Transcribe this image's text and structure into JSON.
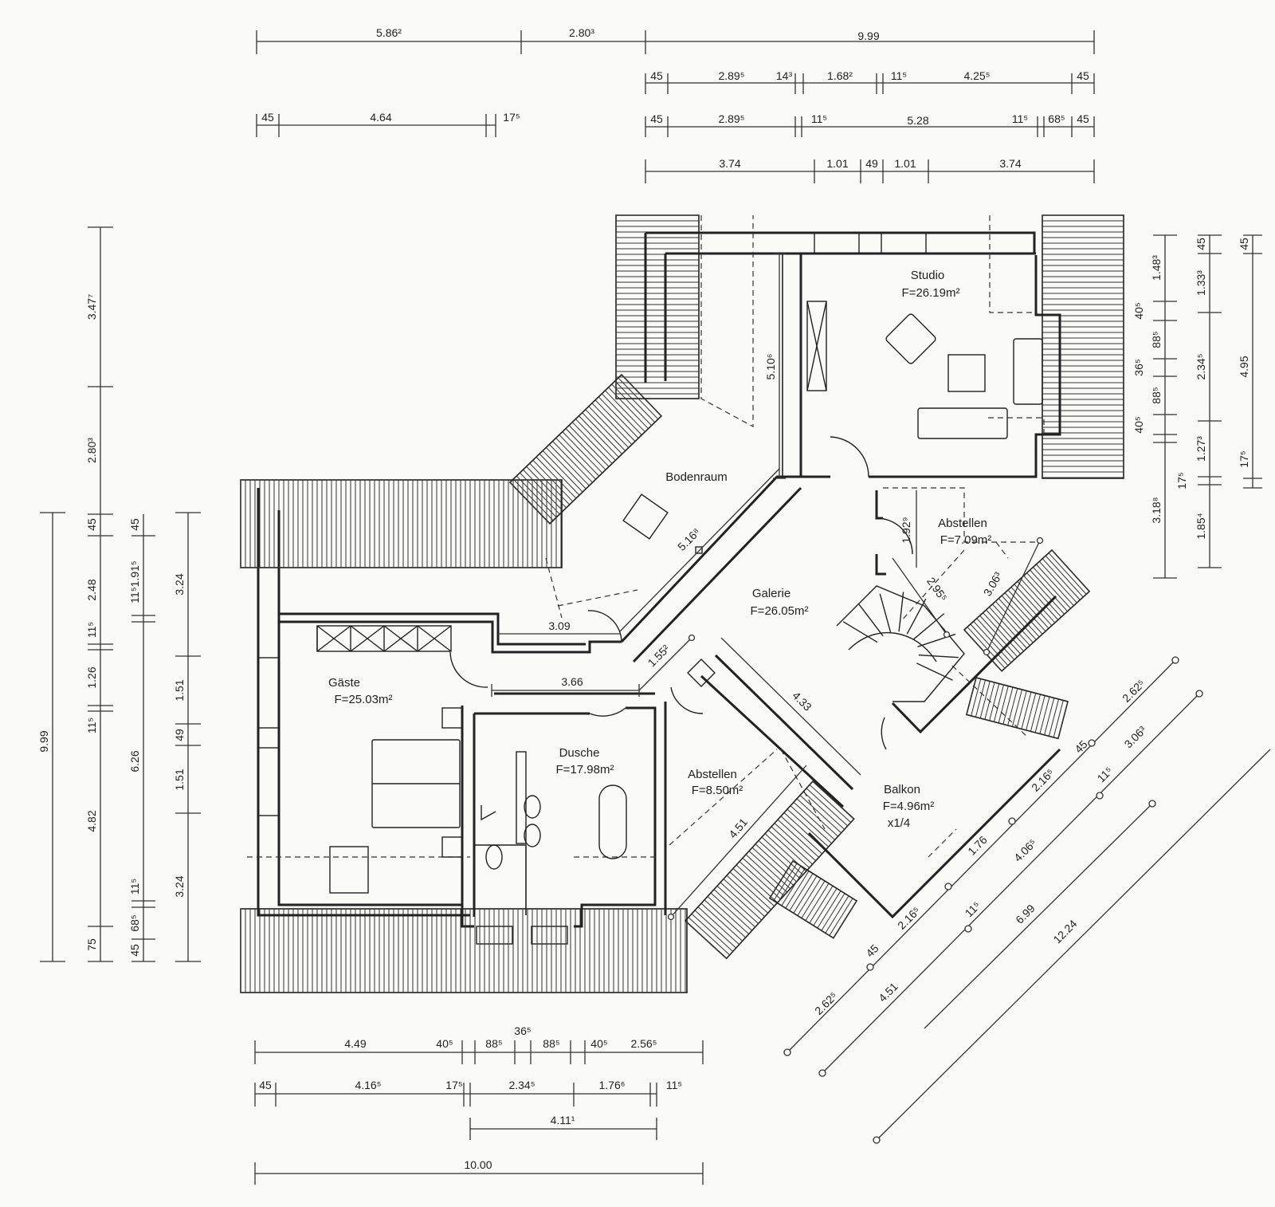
{
  "rooms": [
    {
      "name": "Studio",
      "area": "F=26.19m²"
    },
    {
      "name": "Bodenraum",
      "area": ""
    },
    {
      "name": "Abstellen",
      "area": "F=7.09m²"
    },
    {
      "name": "Galerie",
      "area": "F=26.05m²"
    },
    {
      "name": "Gäste",
      "area": "F=25.03m²"
    },
    {
      "name": "Dusche",
      "area": "F=17.98m²"
    },
    {
      "name": "Abstellen",
      "area": "F=8.50m²"
    },
    {
      "name": "Balkon",
      "area": "F=4.96m²",
      "extra": "x1/4"
    }
  ],
  "top_dims": {
    "row1": [
      "5.86²",
      "2.80³",
      "9.99"
    ],
    "row2": [
      "45",
      "2.89⁵",
      "14³",
      "1.68²",
      "11⁵",
      "4.25⁵",
      "45"
    ],
    "row3_left": [
      "45",
      "4.64",
      "17⁵"
    ],
    "row3_right": [
      "45",
      "2.89⁵",
      "11⁵",
      "5.28",
      "11⁵",
      "68⁵",
      "45"
    ],
    "row4": [
      "3.74",
      "1.01",
      "49",
      "1.01",
      "3.74"
    ]
  },
  "left_dims": {
    "outer": [
      "3.47⁷",
      "2.80³"
    ],
    "col_999": "9.99",
    "col_a": [
      "45",
      "2.48",
      "11⁵",
      "1.26",
      "11⁵",
      "4.82",
      "75"
    ],
    "col_b": [
      "45",
      "11⁵1.91⁵",
      "6.26",
      "11⁵",
      "68⁵",
      "45"
    ],
    "col_c": [
      "3.24",
      "1.51",
      "49",
      "1.51",
      "3.24"
    ]
  },
  "right_dims": {
    "col_a": [
      "1.48³",
      "40⁵",
      "88⁵",
      "36⁵",
      "88⁵",
      "40⁵",
      "17⁵",
      "3.18⁸"
    ],
    "col_b": [
      "45",
      "1.33³",
      "2.34⁵",
      "1.27³",
      "1.85⁴"
    ],
    "col_c": [
      "45",
      "4.95",
      "17⁵"
    ]
  },
  "bottom_dims": {
    "row1": [
      "4.49",
      "40⁵",
      "88⁵",
      "36⁵",
      "88⁵",
      "40⁵",
      "2.56⁵"
    ],
    "row2": [
      "45",
      "4.16⁵",
      "17⁵",
      "2.34⁵",
      "1.76⁶",
      "11⁵"
    ],
    "row3": "4.11¹",
    "row4": "10.00"
  },
  "diag_dims": [
    "2.62⁵",
    "45",
    "2.16⁵",
    "1.76",
    "2.16⁵",
    "45",
    "2.62⁵",
    "4.51",
    "11⁵",
    "4.06⁵",
    "11⁵",
    "3.06³",
    "6.99",
    "12.24"
  ],
  "interior_dims": [
    "5.10⁶",
    "5.16⁸",
    "3.09",
    "3.66",
    "1.55²",
    "4.33",
    "1.92⁹",
    "2.95⁵",
    "3.06³",
    "4.51"
  ]
}
